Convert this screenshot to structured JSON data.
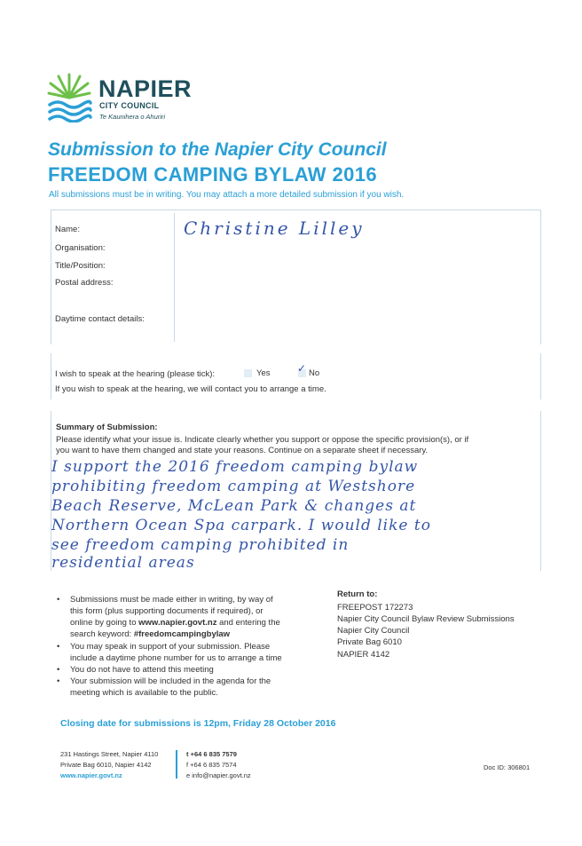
{
  "logo": {
    "name": "NAPIER",
    "council": "CITY COUNCIL",
    "maori_name": "Te Kaunihera o Ahuriri"
  },
  "title": {
    "main": "Submission to the Napier City Council",
    "bylaw": "FREEDOM CAMPING BYLAW 2016",
    "intro": "All submissions must be in writing. You may attach a more detailed submission if you wish."
  },
  "form": {
    "labels": {
      "name": "Name:",
      "organisation": "Organisation:",
      "title_position": "Title/Position:",
      "postal_address": "Postal address:",
      "daytime_contact": "Daytime contact details:"
    },
    "values": {
      "name": "Christine Lilley",
      "organisation": "",
      "title_position": "",
      "postal_address": "",
      "daytime_contact": ""
    }
  },
  "speak": {
    "question": "I wish to speak at the hearing (please tick):",
    "yes_label": "Yes",
    "no_label": "No",
    "selected": "No",
    "tick": "✓",
    "note": "If you wish to speak at the hearing, we will contact you to arrange a time."
  },
  "summary": {
    "heading": "Summary of Submission:",
    "instructions": [
      "Please identify what your issue is. Indicate clearly whether you support or oppose the specific provision(s), or if",
      "you want to have them changed and state your reasons. Continue on a separate sheet if necessary."
    ],
    "handwritten_lines": [
      "I support the 2016 freedom camping bylaw",
      "prohibiting freedom camping at Westshore",
      "Beach Reserve, McLean Park & changes at",
      "Northern Ocean Spa carpark. I would like to",
      "see freedom camping prohibited in",
      "residential areas"
    ]
  },
  "bullets": {
    "b1_line1": "Submissions must be made either in writing, by way of",
    "b1_line2": "this form (plus supporting documents if required), or",
    "b1_line3_pre": "online by going to ",
    "b1_line3_link": "www.napier.govt.nz",
    "b1_line3_post": " and entering the",
    "b1_line4_pre": "search keyword: ",
    "b1_line4_keyword": "#freedomcampingbylaw",
    "b2_line1": "You may speak in support of your submission. Please",
    "b2_line2": "include a daytime phone number for us to arrange a time",
    "b3_line1": "You do not have to attend this meeting",
    "b4_line1": "Your submission will be included in the agenda for the",
    "b4_line2": "meeting which is available to the public."
  },
  "return_to": {
    "heading": "Return to:",
    "lines": [
      "FREEPOST 172273",
      "Napier City Council Bylaw Review Submissions",
      "Napier City Council",
      "Private Bag 6010",
      "NAPIER 4142"
    ]
  },
  "closing": "Closing date for submissions is 12pm, Friday 28 October 2016",
  "footer": {
    "address_1": "231 Hastings Street, Napier 4110",
    "address_2": "Private Bag 6010, Napier 4142",
    "web": "www.napier.govt.nz",
    "phone": "t +64 6 835 7579",
    "fax": "f +64 6 835 7574",
    "email": "e info@napier.govt.nz",
    "doc_id": "Doc ID: 306801"
  },
  "colors": {
    "brand_blue": "#2a9fd6",
    "brand_dark": "#1f4f5c",
    "logo_green": "#6cc04a",
    "logo_wave": "#2a9fd6",
    "handwriting": "#3556a8"
  }
}
